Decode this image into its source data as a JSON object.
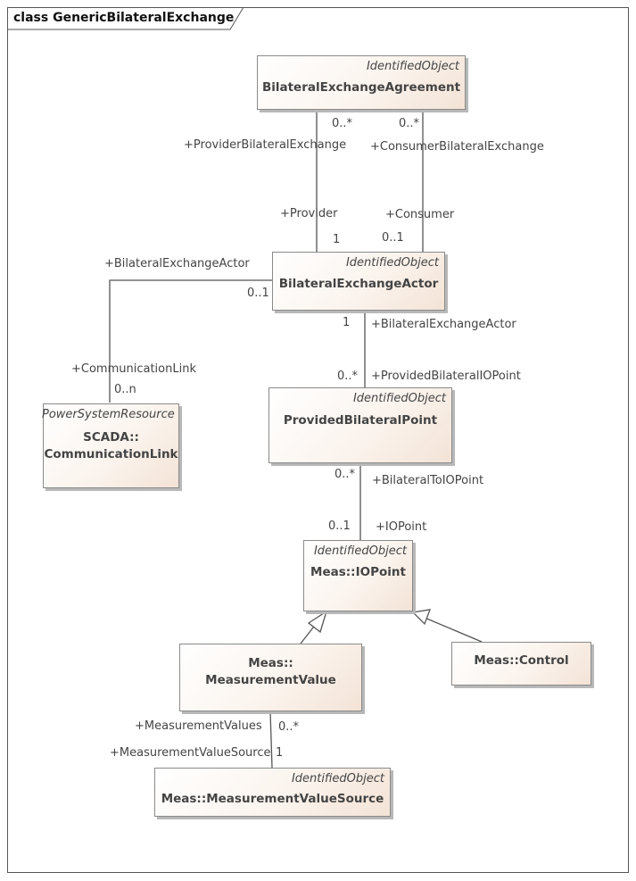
{
  "frame_title": "class GenericBilateralExchange",
  "classes": {
    "agreement": {
      "stereotype": "IdentifiedObject",
      "name": "BilateralExchangeAgreement"
    },
    "actor": {
      "stereotype": "IdentifiedObject",
      "name": "BilateralExchangeActor"
    },
    "comm": {
      "stereotype": "PowerSystemResource",
      "name_line1": "SCADA::",
      "name_line2": "CommunicationLink"
    },
    "provided": {
      "stereotype": "IdentifiedObject",
      "name": "ProvidedBilateralPoint"
    },
    "iopoint": {
      "stereotype": "IdentifiedObject",
      "name": "Meas::IOPoint"
    },
    "mvalue": {
      "name_line1": "Meas::",
      "name_line2": "MeasurementValue"
    },
    "control": {
      "name": "Meas::Control"
    },
    "mvsource": {
      "stereotype": "IdentifiedObject",
      "name": "Meas::MeasurementValueSource"
    }
  },
  "labels": {
    "agr_mult_left": "0..*",
    "agr_mult_right": "0..*",
    "provider_bilateral": "+ProviderBilateralExchange",
    "consumer_bilateral": "+ConsumerBilateralExchange",
    "provider": "+Provider",
    "consumer": "+Consumer",
    "provider_mult": "1",
    "consumer_mult": "0..1",
    "bilateral_actor_top": "+BilateralExchangeActor",
    "actor_left_mult": "0..1",
    "actor_bottom_mult": "1",
    "bilateral_actor_right": "+BilateralExchangeActor",
    "communication_link": "+CommunicationLink",
    "comm_mult": "0..n",
    "provided_mult_top": "0..*",
    "provided_io_point": "+ProvidedBilateralIOPoint",
    "provided_mult_bottom": "0..*",
    "bilateral_to_io": "+BilateralToIOPoint",
    "io_mult": "0..1",
    "io_point": "+IOPoint",
    "measurement_values": "+MeasurementValues",
    "mv_mult": "0..*",
    "measurement_value_source": "+MeasurementValueSource",
    "mvs_mult": "1"
  }
}
